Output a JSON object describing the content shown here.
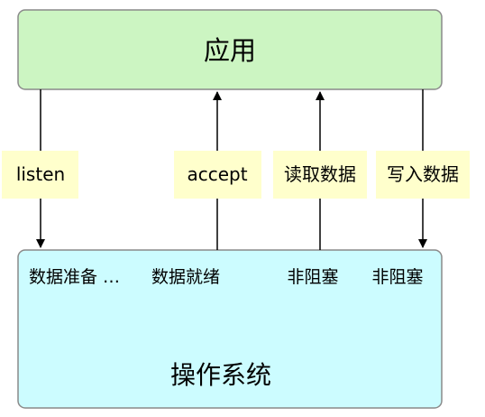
{
  "app_box": {
    "label": "应用",
    "fill": "#ccf5c2",
    "stroke": "#8a8a8a"
  },
  "os_box": {
    "label": "操作系统",
    "fill": "#ccfcff",
    "stroke": "#8a8a8a"
  },
  "arrows": [
    {
      "id": "listen",
      "label": "listen",
      "direction": "down"
    },
    {
      "id": "accept",
      "label": "accept",
      "direction": "up"
    },
    {
      "id": "read",
      "label": "读取数据",
      "direction": "up"
    },
    {
      "id": "write",
      "label": "写入数据",
      "direction": "down"
    }
  ],
  "os_states": {
    "prepare": "数据准备 …",
    "ready": "数据就绪",
    "nonblock_read": "非阻塞",
    "nonblock_write": "非阻塞"
  },
  "colors": {
    "label_bg": "#ffffcc",
    "arrow": "#000000",
    "text": "#000000"
  }
}
